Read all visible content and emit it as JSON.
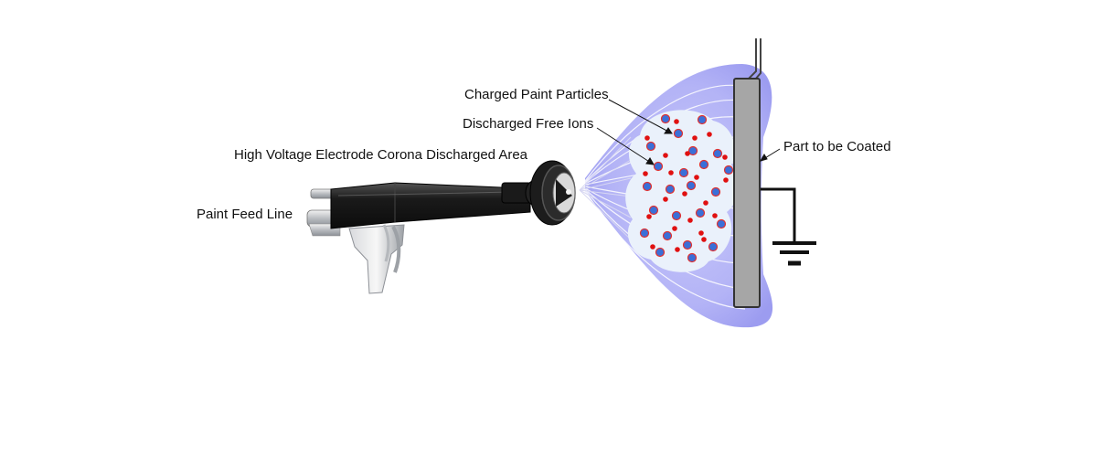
{
  "labels": {
    "charged_particles": "Charged Paint Particles",
    "free_ions": "Discharged Free Ions",
    "corona_area": "High Voltage Electrode Corona Discharged Area",
    "feed_line": "Paint Feed Line",
    "part": "Part to be Coated"
  },
  "colors": {
    "field_glow": "#b8b8f8",
    "cloud": "#eaf1fb",
    "charged_particle": "#3a6fd8",
    "charged_particle_ring": "#e03030",
    "free_ion": "#e01010",
    "part_fill": "#a6a6a6",
    "gun_body": "#1c1c1c",
    "gun_metal": "#c8ccd0"
  },
  "icons": {
    "ground": "ground-symbol-icon",
    "gun": "spray-gun-icon",
    "arrow": "leader-arrow-icon"
  }
}
